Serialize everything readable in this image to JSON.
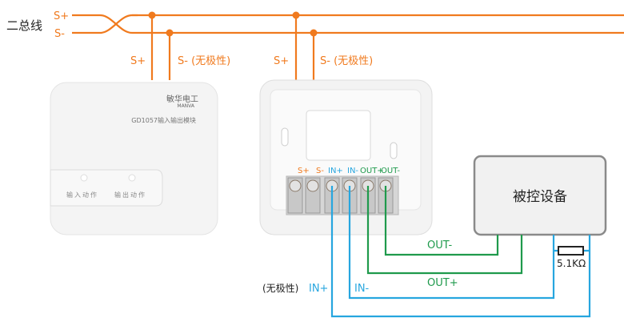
{
  "colors": {
    "bus": "#f07a1e",
    "input": "#27a6df",
    "output": "#1f9a4c",
    "text": "#222222"
  },
  "bus": {
    "title": "二总线",
    "s_plus": "S+",
    "s_minus": "S-"
  },
  "module_drop": {
    "s_plus": "S+",
    "s_minus": "S- (无极性)"
  },
  "base_drop": {
    "s_plus": "S+",
    "s_minus": "S- (无极性)"
  },
  "module": {
    "brand_cn": "敏华电工",
    "brand_en": "MANVA",
    "model": "GD1057输入输出模块",
    "led_input_label": "输入动作",
    "led_output_label": "输出动作"
  },
  "terminals": [
    "S+",
    "S-",
    "IN+",
    "IN-",
    "OUT+",
    "OUT-"
  ],
  "device": {
    "label": "被控设备"
  },
  "wires": {
    "out_minus": "OUT-",
    "out_plus": "OUT+",
    "in_minus": "IN-",
    "in_plus": "IN+",
    "in_plus_note": "(无极性)",
    "resistor": "5.1KΩ"
  }
}
